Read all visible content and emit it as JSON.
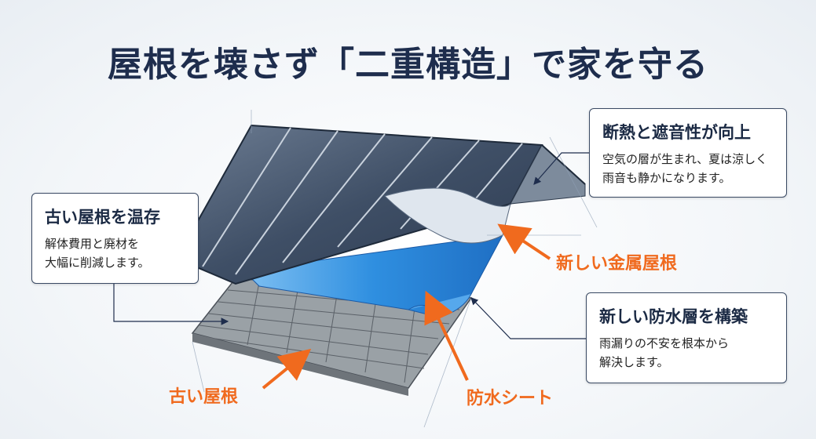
{
  "title": "屋根を壊さず「二重構造」で家を守る",
  "callouts": [
    {
      "heading": "古い屋根を温存",
      "lines": [
        "解体費用と廃材を",
        "大幅に削減します。"
      ]
    },
    {
      "heading": "断熱と遮音性が向上",
      "lines": [
        "空気の層が生まれ、夏は涼しく",
        "雨音も静かになります。"
      ]
    },
    {
      "heading": "新しい防水層を構築",
      "lines": [
        "雨漏りの不安を根本から",
        "解決します。"
      ]
    }
  ],
  "labels": {
    "metal_roof": "新しい金属屋根",
    "waterproof_sheet": "防水シート",
    "old_roof": "古い屋根"
  },
  "colors": {
    "accent": "#f06a1e",
    "navy": "#1e2d4d",
    "sheet": "#2f8fe0",
    "metal": "#4a5a70"
  }
}
